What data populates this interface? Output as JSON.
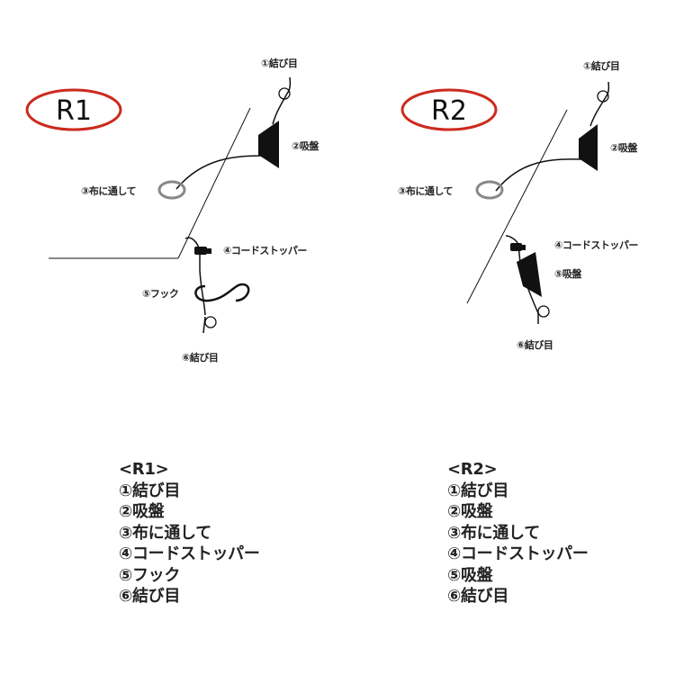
{
  "colors": {
    "badge_border": "#cc2a1e",
    "ring": "#888888",
    "ink": "#111111"
  },
  "r1": {
    "badge": "R1",
    "labels": {
      "knot_top": "①結び目",
      "suction": "②吸盤",
      "through_cloth": "③布に通して",
      "cord_stopper": "④コードストッパー",
      "hook": "⑤フック",
      "knot_bottom": "⑥結び目"
    },
    "legend": {
      "title": "<R1>",
      "items": [
        "①結び目",
        "②吸盤",
        "③布に通して",
        "④コードストッパー",
        "⑤フック",
        "⑥結び目"
      ]
    }
  },
  "r2": {
    "badge": "R2",
    "labels": {
      "knot_top": "①結び目",
      "suction": "②吸盤",
      "through_cloth": "③布に通して",
      "cord_stopper": "④コードストッパー",
      "suction_bottom": "⑤吸盤",
      "knot_bottom": "⑥結び目"
    },
    "legend": {
      "title": "<R2>",
      "items": [
        "①結び目",
        "②吸盤",
        "③布に通して",
        "④コードストッパー",
        "⑤吸盤",
        "⑥結び目"
      ]
    }
  }
}
